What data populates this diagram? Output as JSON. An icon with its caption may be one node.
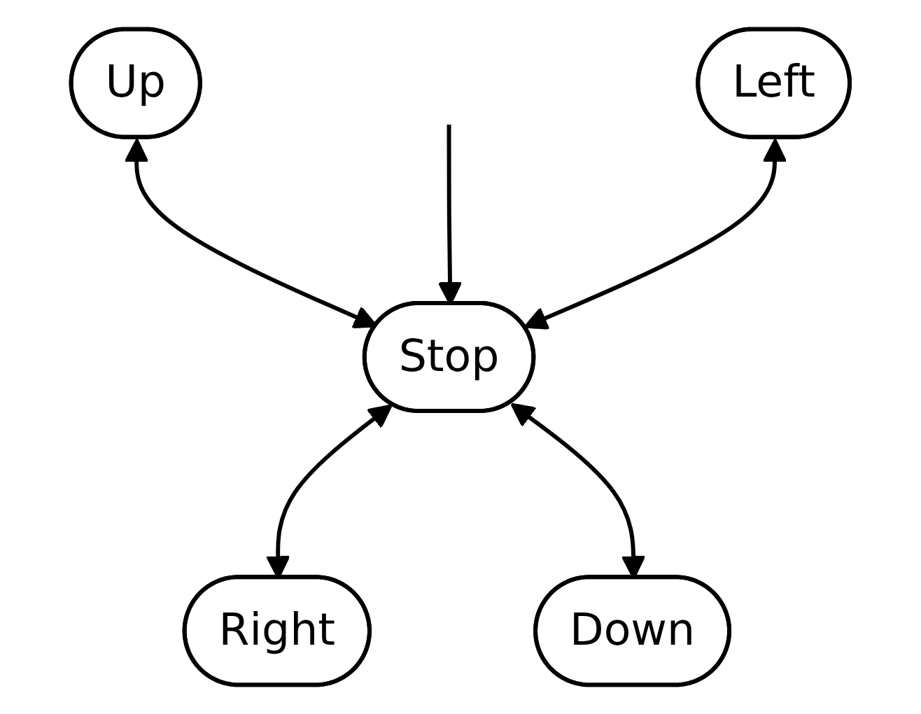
{
  "diagram": {
    "nodes": [
      {
        "text": [
          "Up"
        ]
      },
      {
        "text": [
          "Left"
        ]
      },
      {
        "text": [
          "Stop"
        ]
      },
      {
        "text": [
          "Right"
        ]
      },
      {
        "text": [
          "Down"
        ]
      }
    ],
    "edges": [
      {
        "from": 0,
        "to": 2,
        "arrow": "both"
      },
      {
        "from": null,
        "to": 2,
        "arrow": "to"
      },
      {
        "from": 1,
        "to": 2,
        "arrow": "both"
      },
      {
        "from": 2,
        "to": 3,
        "arrow": "both"
      },
      {
        "from": 2,
        "to": 4,
        "arrow": "both"
      }
    ]
  }
}
